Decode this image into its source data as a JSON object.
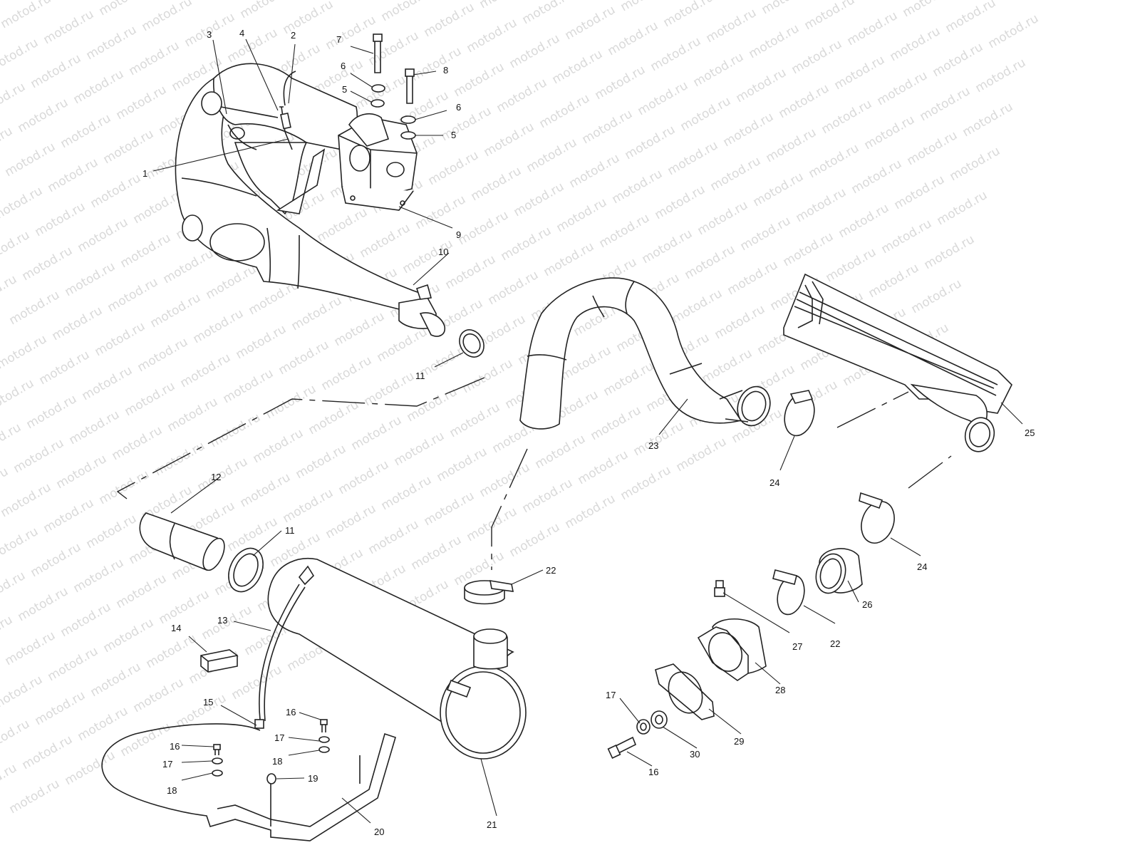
{
  "watermark": {
    "text": "motod.ru",
    "color": "#d9d9d9"
  },
  "colors": {
    "ink": "#222222",
    "background": "#ffffff"
  },
  "part_labels": [
    {
      "id": "lbl-1",
      "text": "1"
    },
    {
      "id": "lbl-2",
      "text": "2"
    },
    {
      "id": "lbl-3",
      "text": "3"
    },
    {
      "id": "lbl-4",
      "text": "4"
    },
    {
      "id": "lbl-5a",
      "text": "5"
    },
    {
      "id": "lbl-5b",
      "text": "5"
    },
    {
      "id": "lbl-6a",
      "text": "6"
    },
    {
      "id": "lbl-6b",
      "text": "6"
    },
    {
      "id": "lbl-7",
      "text": "7"
    },
    {
      "id": "lbl-8",
      "text": "8"
    },
    {
      "id": "lbl-9",
      "text": "9"
    },
    {
      "id": "lbl-10",
      "text": "10"
    },
    {
      "id": "lbl-11a",
      "text": "11"
    },
    {
      "id": "lbl-11b",
      "text": "11"
    },
    {
      "id": "lbl-12",
      "text": "12"
    },
    {
      "id": "lbl-13",
      "text": "13"
    },
    {
      "id": "lbl-14",
      "text": "14"
    },
    {
      "id": "lbl-15",
      "text": "15"
    },
    {
      "id": "lbl-16a",
      "text": "16"
    },
    {
      "id": "lbl-16b",
      "text": "16"
    },
    {
      "id": "lbl-16c",
      "text": "16"
    },
    {
      "id": "lbl-17a",
      "text": "17"
    },
    {
      "id": "lbl-17b",
      "text": "17"
    },
    {
      "id": "lbl-17c",
      "text": "17"
    },
    {
      "id": "lbl-18a",
      "text": "18"
    },
    {
      "id": "lbl-18b",
      "text": "18"
    },
    {
      "id": "lbl-19",
      "text": "19"
    },
    {
      "id": "lbl-20",
      "text": "20"
    },
    {
      "id": "lbl-21",
      "text": "21"
    },
    {
      "id": "lbl-22a",
      "text": "22"
    },
    {
      "id": "lbl-22b",
      "text": "22"
    },
    {
      "id": "lbl-23",
      "text": "23"
    },
    {
      "id": "lbl-24a",
      "text": "24"
    },
    {
      "id": "lbl-24b",
      "text": "24"
    },
    {
      "id": "lbl-25",
      "text": "25"
    },
    {
      "id": "lbl-26",
      "text": "26"
    },
    {
      "id": "lbl-27",
      "text": "27"
    },
    {
      "id": "lbl-28",
      "text": "28"
    },
    {
      "id": "lbl-29",
      "text": "29"
    },
    {
      "id": "lbl-30",
      "text": "30"
    }
  ]
}
